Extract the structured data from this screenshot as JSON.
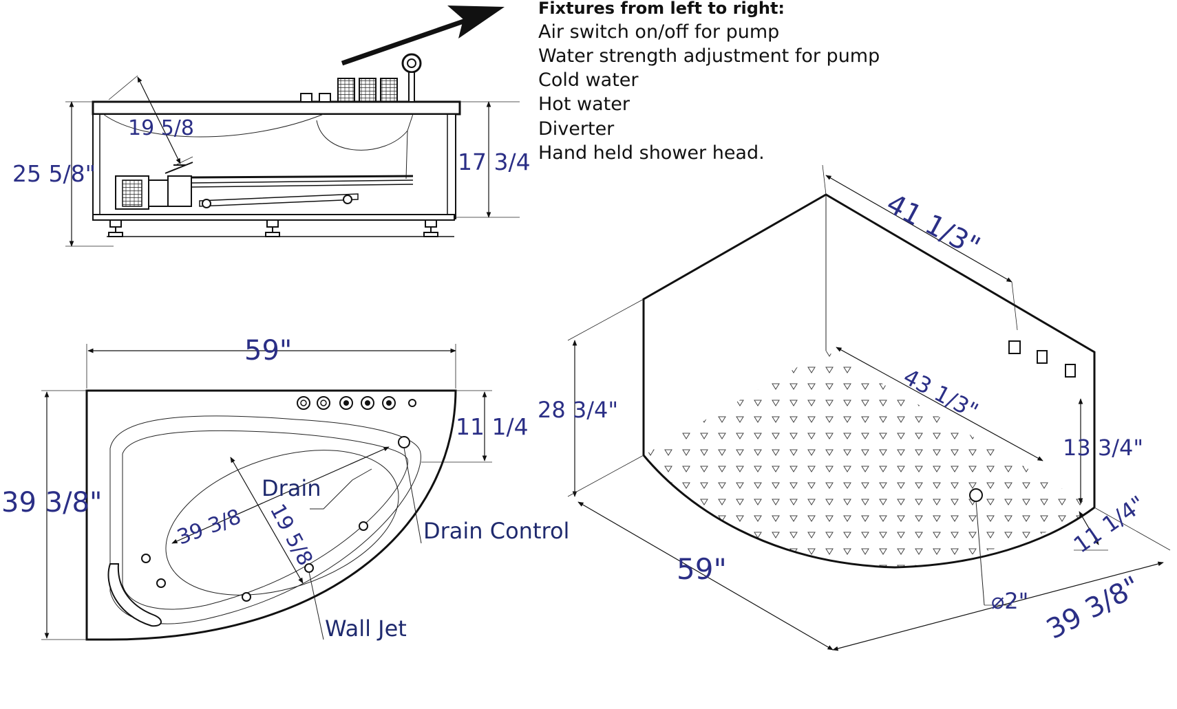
{
  "fixtures": {
    "title": "Fixtures from left to right:",
    "items": [
      "Air switch on/off for pump",
      "Water strength adjustment for pump",
      "Cold water",
      "Hot water",
      "Diverter",
      "Hand held shower head."
    ]
  },
  "side_view": {
    "height_total": "25 5/8\"",
    "depth_inner": "19 5/8",
    "height_inner": "17 3/4"
  },
  "top_view": {
    "width": "59\"",
    "depth": "39 3/8\"",
    "deck": "11 1/4",
    "basin_length": "39 3/8",
    "basin_width": "19 5/8",
    "labels": {
      "drain": "Drain",
      "drain_control": "Drain Control",
      "wall_jet": "Wall Jet"
    }
  },
  "iso_view": {
    "back_width": "41 1/3\"",
    "inner_length": "43 1/3\"",
    "height": "28 3/4\"",
    "fixture_height": "13 3/4\"",
    "deck": "11 1/4\"",
    "width": "59\"",
    "depth": "39 3/8\"",
    "drain_dia": "⌀2\""
  }
}
